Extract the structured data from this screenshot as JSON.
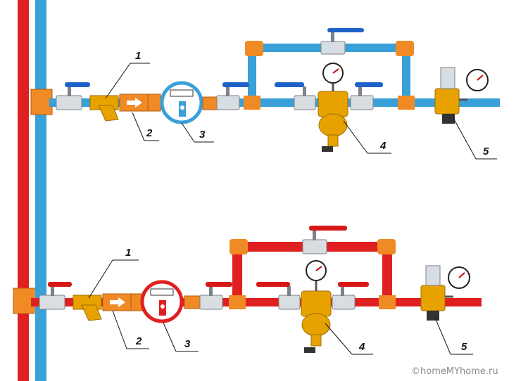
{
  "colors": {
    "cold_pipe": "#3aa0d8",
    "hot_pipe": "#e02020",
    "brass": "#e8a200",
    "fitting_orange": "#f08a24",
    "valve_body": "#d8dde2",
    "valve_handle": "#1f63c9",
    "valve_handle_hot": "#d81818"
  },
  "icons": [
    "ball-valve-icon",
    "strainer-icon",
    "check-valve-icon",
    "water-meter-icon",
    "filter-icon",
    "pressure-reducer-icon",
    "manometer-icon"
  ],
  "callouts": {
    "cold": [
      {
        "id": "1",
        "label": "1"
      },
      {
        "id": "2",
        "label": "2"
      },
      {
        "id": "3",
        "label": "3"
      },
      {
        "id": "4",
        "label": "4"
      },
      {
        "id": "5",
        "label": "5"
      }
    ],
    "hot": [
      {
        "id": "1",
        "label": "1"
      },
      {
        "id": "2",
        "label": "2"
      },
      {
        "id": "3",
        "label": "3"
      },
      {
        "id": "4",
        "label": "4"
      },
      {
        "id": "5",
        "label": "5"
      }
    ]
  },
  "watermark": "©homeMYhome.ru"
}
